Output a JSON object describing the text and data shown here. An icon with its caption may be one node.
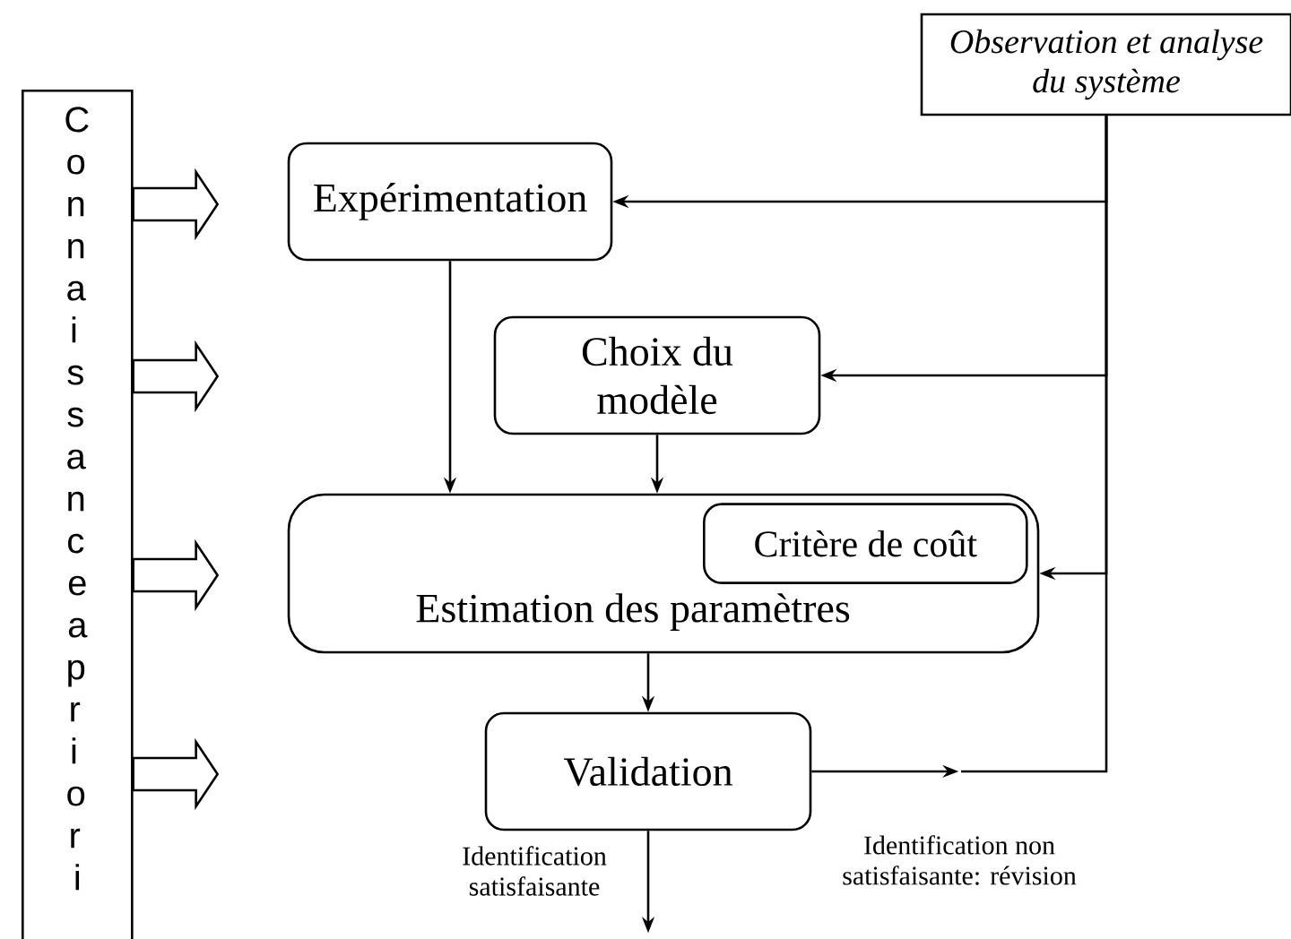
{
  "diagram": {
    "nodes": [
      {
        "text": [
          "Observation et analyse du système"
        ]
      },
      {
        "text": [
          "Connaissance a priori"
        ]
      },
      {
        "text": [
          "Expérimentation"
        ]
      },
      {
        "text": [
          "Choix du modèle"
        ]
      },
      {
        "text": [
          "Estimation des paramètres"
        ]
      },
      {
        "text": [
          "Critère de coût"
        ],
        "in": 4
      },
      {
        "text": [
          "Validation"
        ]
      }
    ],
    "edges": [
      {
        "from": 0,
        "to": 2,
        "arrow": "to"
      },
      {
        "from": 0,
        "to": 3,
        "arrow": "to"
      },
      {
        "from": 0,
        "to": 4,
        "arrow": "to"
      },
      {
        "from": 6,
        "to": null,
        "arrow": "to",
        "label": "Identification non satisfaisante: révision"
      },
      {
        "from": 2,
        "to": 4,
        "arrow": "to"
      },
      {
        "from": 3,
        "to": 4,
        "arrow": "to"
      },
      {
        "from": 4,
        "to": 6,
        "arrow": "to"
      },
      {
        "from": 6,
        "to": null,
        "arrow": "to",
        "label": "Identification satisfaisante"
      },
      {
        "from": 1,
        "to": null,
        "arrow": "to",
        "style": "thick"
      },
      {
        "from": 1,
        "to": null,
        "arrow": "to",
        "style": "thick"
      },
      {
        "from": 1,
        "to": null,
        "arrow": "to",
        "style": "thick"
      },
      {
        "from": 1,
        "to": null,
        "arrow": "to",
        "style": "thick"
      },
      {
        "from": null,
        "to": 0,
        "arrow": "none"
      }
    ]
  }
}
